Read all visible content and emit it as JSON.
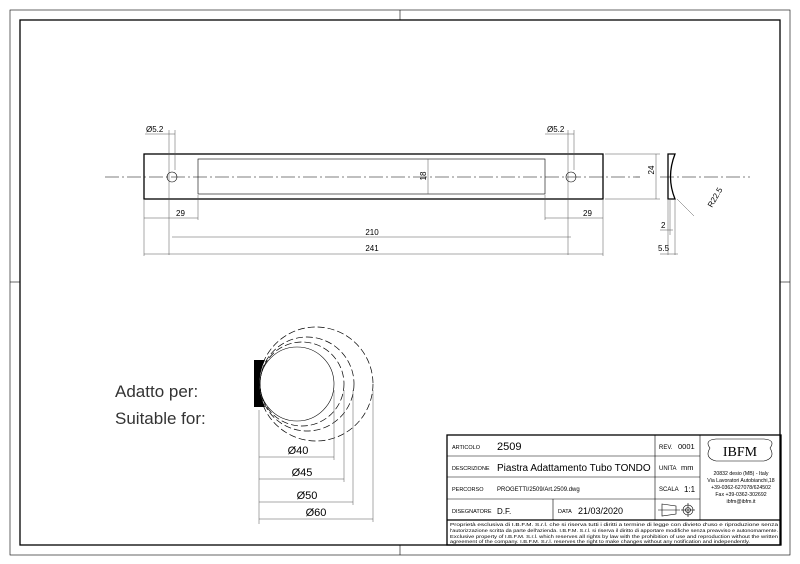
{
  "front_view": {
    "hole_left": "Ø5.2",
    "hole_right": "Ø5.2",
    "slot_height": "18",
    "height": "24",
    "offset_left": "29",
    "offset_right": "29",
    "hole_spacing": "210",
    "length": "241"
  },
  "side_view": {
    "radius": "R22.5",
    "thin_wall": "2",
    "thickness": "5.5"
  },
  "suitable": {
    "label_it": "Adatto per:",
    "label_en": "Suitable for:",
    "diameters": [
      "Ø40",
      "Ø45",
      "Ø50",
      "Ø60"
    ]
  },
  "title_block": {
    "articolo_label": "ARTICOLO",
    "articolo": "2509",
    "rev_label": "REV.",
    "rev": "0001",
    "descrizione_label": "DESCRIZIONE",
    "descrizione": "Piastra Adattamento Tubo TONDO",
    "unita_label": "UNITA",
    "unita": "mm",
    "percorso_label": "PERCORSO",
    "percorso": "PROGETTI/2509/Art.2509.dwg",
    "scala_label": "SCALA",
    "scala": "1:1",
    "disegnatore_label": "DISEGNATORE",
    "disegnatore": "D.F.",
    "data_label": "DATA",
    "data": "21/03/2020",
    "logo": "IBFM",
    "address": [
      "20832 desio (MB) - Italy",
      "Via Lavoratori Autobianchi,18",
      "+39-0362-627078/624502",
      "Fax +39-0362-302692",
      "ibfm@ibfm.it"
    ],
    "notes": [
      "Proprietà esclusiva di I.B.F.M. S.r.l. che si riserva tutti i diritti a termine di legge con divieto d'uso e riproduzione senza",
      "l'autorizzazione scritta da parte dell'azienda. I.B.F.M. S.r.l. si riserva il diritto di apportare modifiche senza preavviso e autonomamente.",
      "Exclusive property of I.B.F.M. S.r.l. which reserves all rights by law with the prohibition of use and reproduction without the written",
      "agreement of the company. I.B.F.M. S.r.l. reserves the right to make changes without any notification and independently."
    ]
  }
}
